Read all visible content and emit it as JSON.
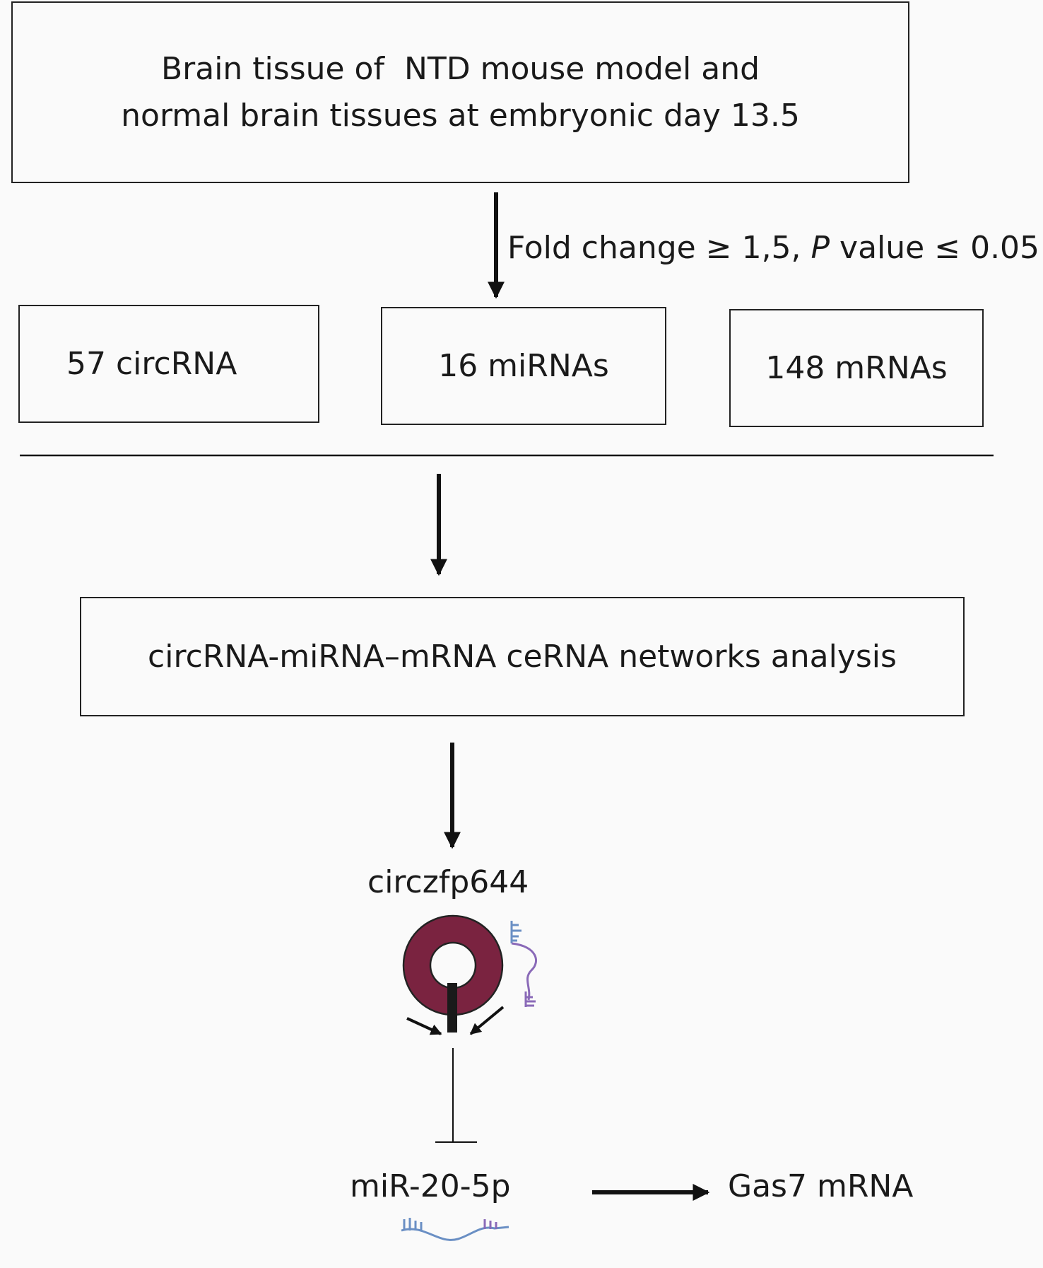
{
  "top_box": {
    "line1": "Brain tissue of  NTD mouse model and",
    "line2": "normal brain tissues at embryonic day 13.5"
  },
  "filter_label": {
    "prefix": "Fold change ≥ 1,5, ",
    "p": "P",
    "suffix": " value ≤ 0.05"
  },
  "results": {
    "circrna": "57 circRNA",
    "mirna": "16 miRNAs",
    "mrna": "148 mRNAs"
  },
  "analysis": "circRNA-miRNA–mRNA ceRNA networks analysis",
  "circ_name": "circzfp644",
  "mir_name": "miR-20-5p",
  "target_name": "Gas7 mRNA",
  "colors": {
    "ring": "#7a2340",
    "strand_blue": "#6a8fc4",
    "strand_purple": "#8a6ab8"
  }
}
